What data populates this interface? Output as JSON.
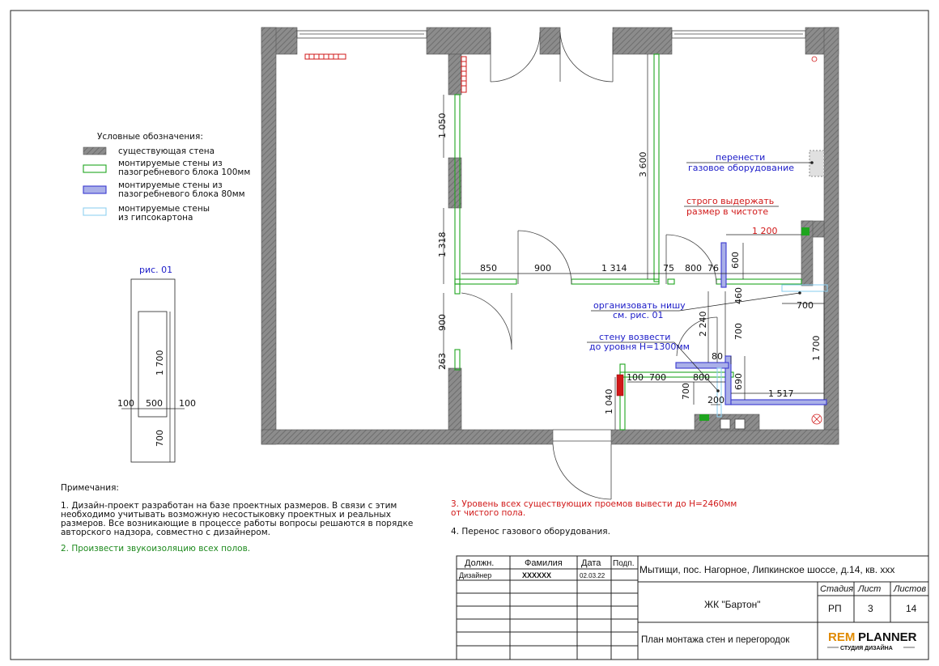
{
  "legend": {
    "title": "Условные обозначения:",
    "items": [
      {
        "lines": [
          "существующая стена"
        ],
        "swatch": "existing"
      },
      {
        "lines": [
          "монтируемые стены из",
          "пазогребневого блока 100мм"
        ],
        "swatch": "green"
      },
      {
        "lines": [
          "монтируемые стены из",
          "пазогребневого блока 80мм"
        ],
        "swatch": "blue"
      },
      {
        "lines": [
          "монтируемые стены",
          "из гипсокартона"
        ],
        "swatch": "lightblue"
      }
    ]
  },
  "figure": {
    "title": "рис. 01",
    "dims": {
      "height": "1 700",
      "left": "100",
      "width": "500",
      "right": "100",
      "bottom": "700"
    }
  },
  "dimensions": [
    "1 050",
    "1 318",
    "900",
    "263",
    "3 600",
    "850",
    "900",
    "1 314",
    "75",
    "800",
    "76",
    "600",
    "1 200",
    "700",
    "460",
    "2 240",
    "700",
    "80",
    "1 700",
    "100",
    "700",
    "800",
    "700",
    "690",
    "200",
    "1 517",
    "1 040"
  ],
  "annotations": {
    "gas": [
      "перенести",
      "газовое оборудование"
    ],
    "strict": [
      "строго выдержать",
      "размер в чистоте"
    ],
    "niche": [
      "организовать нишу",
      "см. рис. 01"
    ],
    "wall": [
      "стену возвести",
      "до уровня Н=1300мм"
    ]
  },
  "notes": {
    "title": "Примечания:",
    "n1": [
      "1. Дизайн-проект разработан на базе проектных размеров. В связи с этим",
      "необходимо учитывать возможную несостыковку проектных и реальных",
      "размеров. Все возникающие в процессе работы вопросы решаются в порядке",
      "авторского надзора, совместно с дизайнером."
    ],
    "n2": "2. Произвести звукоизоляцию всех полов.",
    "n3": [
      "3. Уровень всех существующих проемов вывести до Н=2460мм",
      "от чистого пола."
    ],
    "n4": "4. Перенос газового оборудования."
  },
  "title_block": {
    "headers": {
      "position": "Должн.",
      "surname": "Фамилия",
      "date": "Дата",
      "signature": "Подп."
    },
    "row": {
      "position": "Дизайнер",
      "surname": "XXXXXX",
      "date": "02.03.22"
    },
    "address": "Мытищи, пос. Нагорное, Липкинское шоссе, д.14, кв. xxx",
    "complex": "ЖК \"Бартон\"",
    "stage_label": "Стадия",
    "sheet_label": "Лист",
    "sheets_label": "Листов",
    "stage": "РП",
    "sheet": "3",
    "sheets": "14",
    "drawing_title": "План монтажа стен и перегородок",
    "logo_a": "REM",
    "logo_b": "PLANNER",
    "logo_sub": "СТУДИЯ ДИЗАЙНА"
  },
  "colors": {
    "existing_wall": "#8c8c8c",
    "new_wall_100": "#1fa51f",
    "new_wall_80": "#3a3ad0",
    "drywall": "#8fd0f0",
    "annotation_blue": "#1b1bc8",
    "annotation_red": "#d11919",
    "note_green": "#1e8a1e"
  }
}
